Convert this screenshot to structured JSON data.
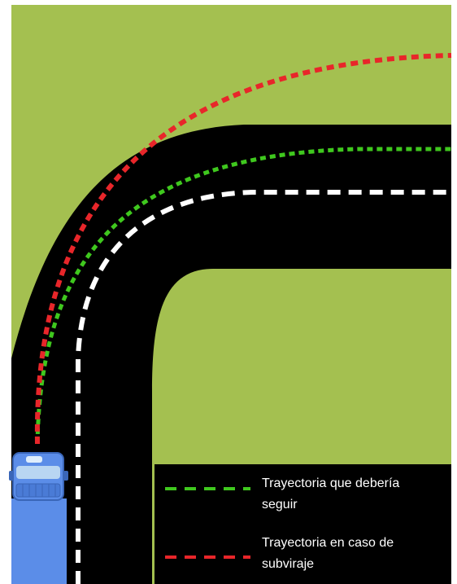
{
  "colors": {
    "grass": "#a4c050",
    "road": "#000000",
    "center_line": "#ffffff",
    "correct_path": "#3fc81e",
    "understeer_path": "#e8262a",
    "truck_body": "#5b8de8",
    "legend_bg": "#000000",
    "legend_text": "#ffffff"
  },
  "legend": {
    "correct_path_line1": "Trayectoria que debería",
    "correct_path_line2": "seguir",
    "understeer_line1": "Trayectoria en caso de",
    "understeer_line2": "subviraje"
  },
  "icons": [
    "truck-icon"
  ]
}
